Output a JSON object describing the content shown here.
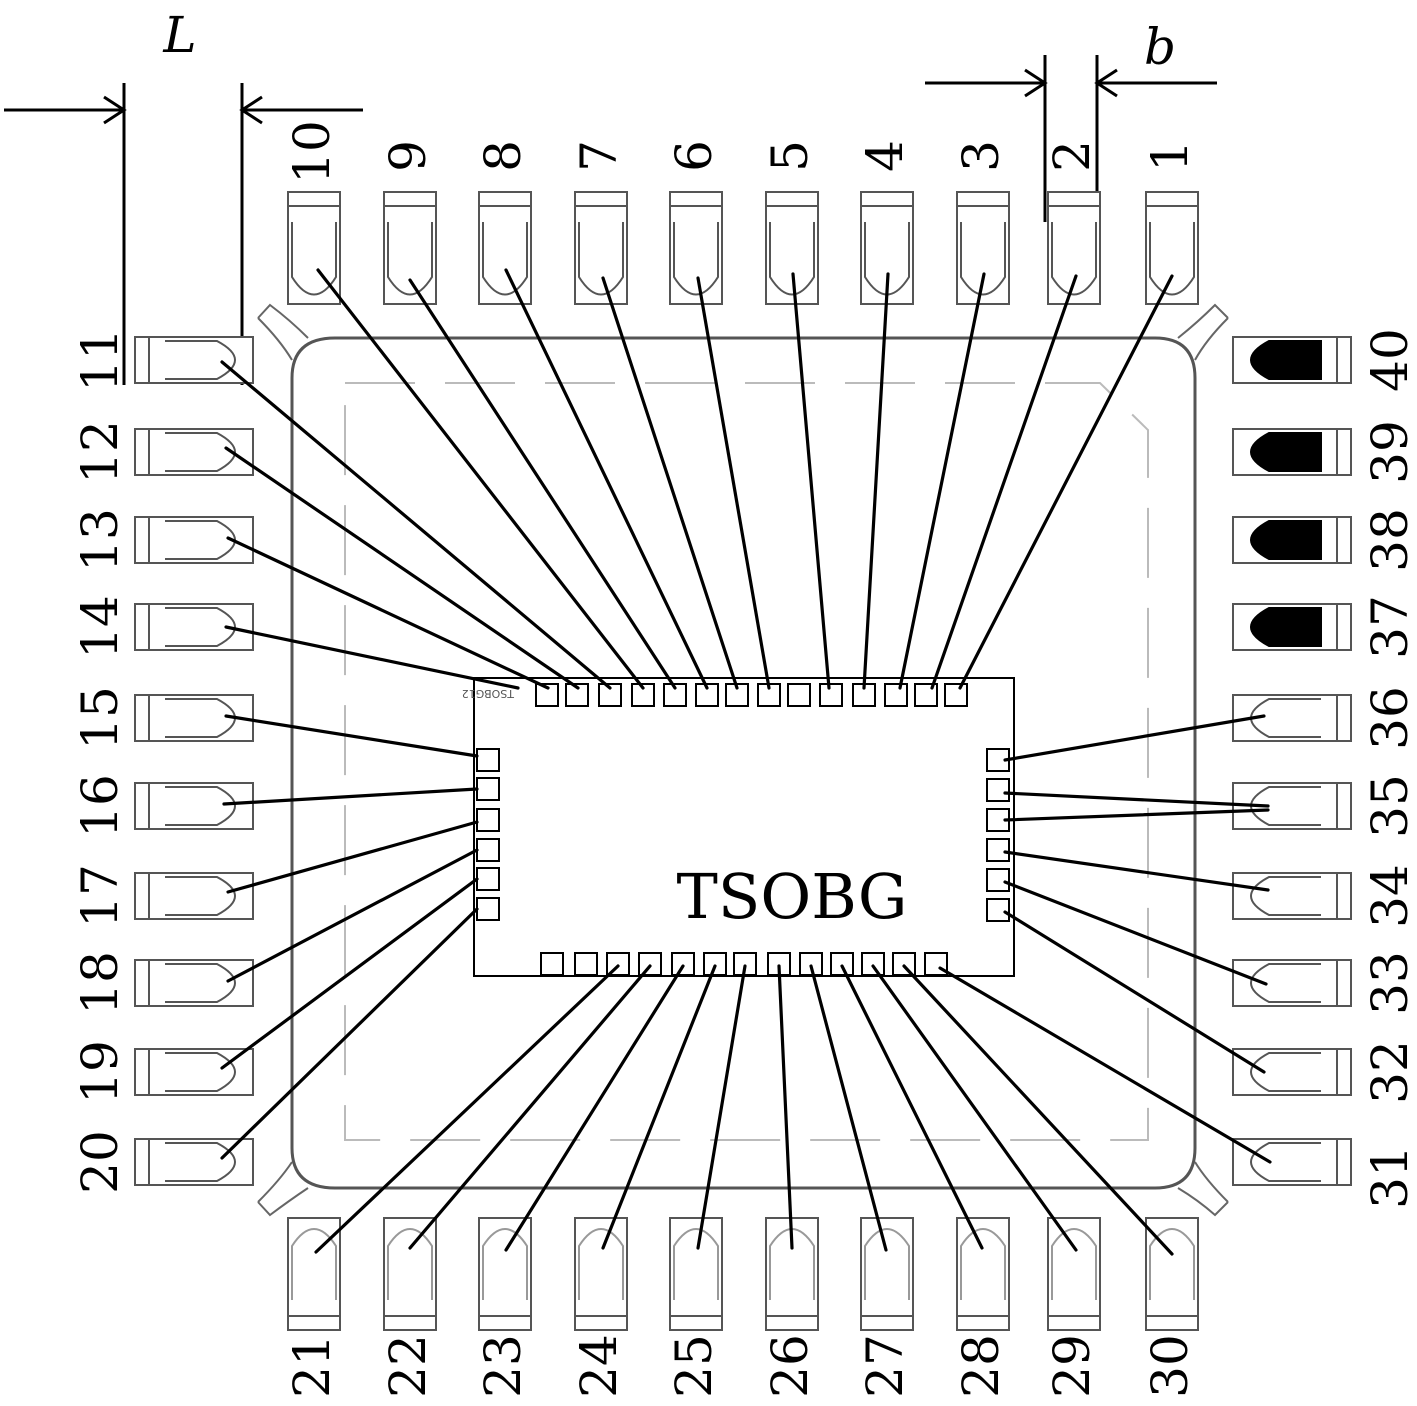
{
  "chip": {
    "label": "TSOBG",
    "marking": "TSOBG12"
  },
  "dimensions": {
    "lead_length": "L",
    "lead_width": "b"
  },
  "pins": {
    "top": [
      "10",
      "9",
      "8",
      "7",
      "6",
      "5",
      "4",
      "3",
      "2",
      "1"
    ],
    "left": [
      "11",
      "12",
      "13",
      "14",
      "15",
      "16",
      "17",
      "18",
      "19",
      "20"
    ],
    "bottom": [
      "21",
      "22",
      "23",
      "24",
      "25",
      "26",
      "27",
      "28",
      "29",
      "30"
    ],
    "right": [
      "40",
      "39",
      "38",
      "37",
      "36",
      "35",
      "34",
      "33",
      "32",
      "31"
    ]
  },
  "filled_pins": [
    "40",
    "39",
    "38",
    "37"
  ],
  "colors": {
    "ink": "#000000",
    "outline": "#555555",
    "dashed": "#bbbbbb",
    "fill": "#000000"
  }
}
